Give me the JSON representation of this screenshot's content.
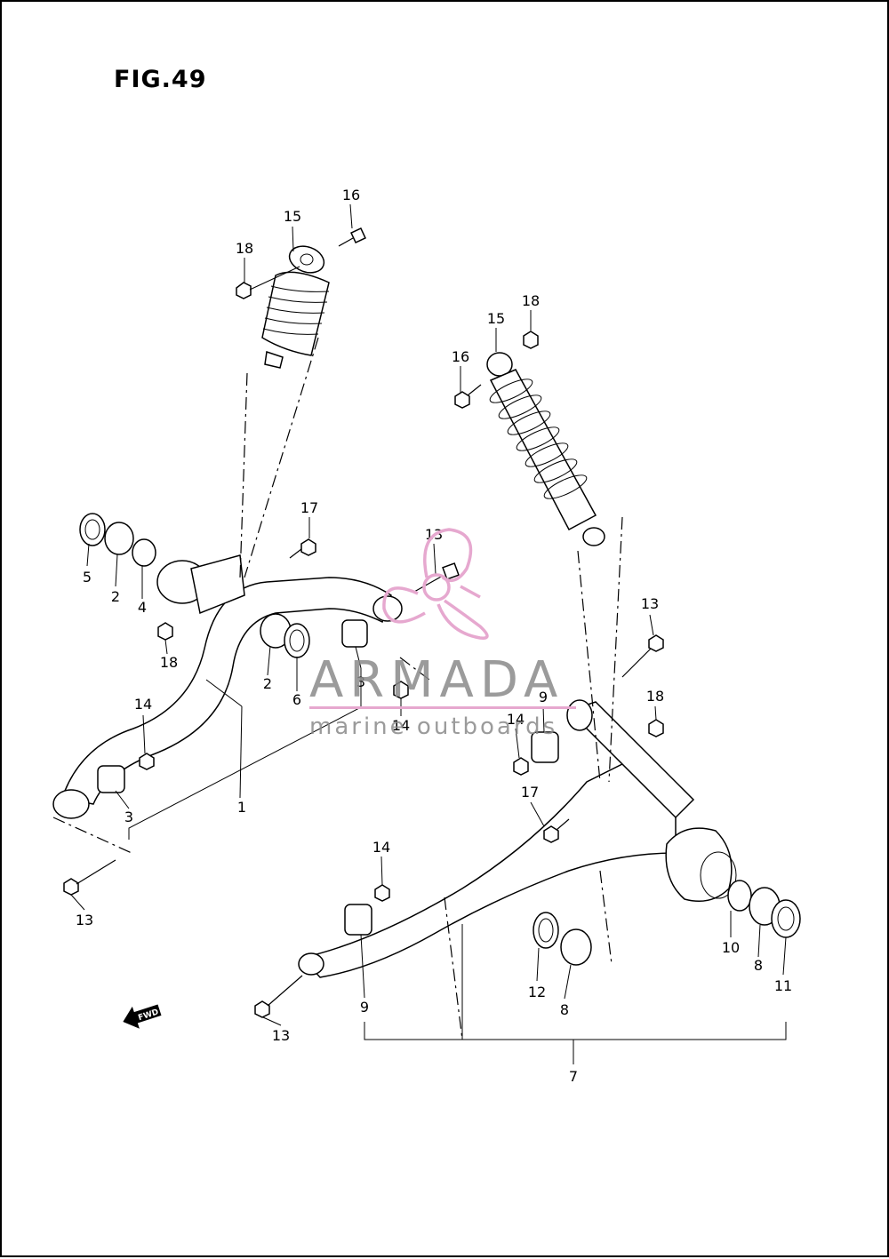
{
  "figure": {
    "title": "FIG.49"
  },
  "watermark": {
    "brand": "ARMADA",
    "tagline": "marine outboards",
    "color": "#e6a8cf"
  },
  "fwd_label": "FWD",
  "callouts": [
    {
      "id": "c-16a",
      "label": "16"
    },
    {
      "id": "c-15a",
      "label": "15"
    },
    {
      "id": "c-18a",
      "label": "18"
    },
    {
      "id": "c-18b",
      "label": "18"
    },
    {
      "id": "c-15b",
      "label": "15"
    },
    {
      "id": "c-16b",
      "label": "16"
    },
    {
      "id": "c-17a",
      "label": "17"
    },
    {
      "id": "c-13a",
      "label": "13"
    },
    {
      "id": "c-5",
      "label": "5"
    },
    {
      "id": "c-2a",
      "label": "2"
    },
    {
      "id": "c-4",
      "label": "4"
    },
    {
      "id": "c-18c",
      "label": "18"
    },
    {
      "id": "c-2b",
      "label": "2"
    },
    {
      "id": "c-6",
      "label": "6"
    },
    {
      "id": "c-3a",
      "label": "3"
    },
    {
      "id": "c-14a",
      "label": "14"
    },
    {
      "id": "c-13b",
      "label": "13"
    },
    {
      "id": "c-9a",
      "label": "9"
    },
    {
      "id": "c-18d",
      "label": "18"
    },
    {
      "id": "c-14b",
      "label": "14"
    },
    {
      "id": "c-14c",
      "label": "14"
    },
    {
      "id": "c-3b",
      "label": "3"
    },
    {
      "id": "c-1",
      "label": "1"
    },
    {
      "id": "c-17b",
      "label": "17"
    },
    {
      "id": "c-13c",
      "label": "13"
    },
    {
      "id": "c-14d",
      "label": "14"
    },
    {
      "id": "c-10",
      "label": "10"
    },
    {
      "id": "c-8a",
      "label": "8"
    },
    {
      "id": "c-11",
      "label": "11"
    },
    {
      "id": "c-12",
      "label": "12"
    },
    {
      "id": "c-8b",
      "label": "8"
    },
    {
      "id": "c-9b",
      "label": "9"
    },
    {
      "id": "c-13d",
      "label": "13"
    },
    {
      "id": "c-7",
      "label": "7"
    }
  ]
}
